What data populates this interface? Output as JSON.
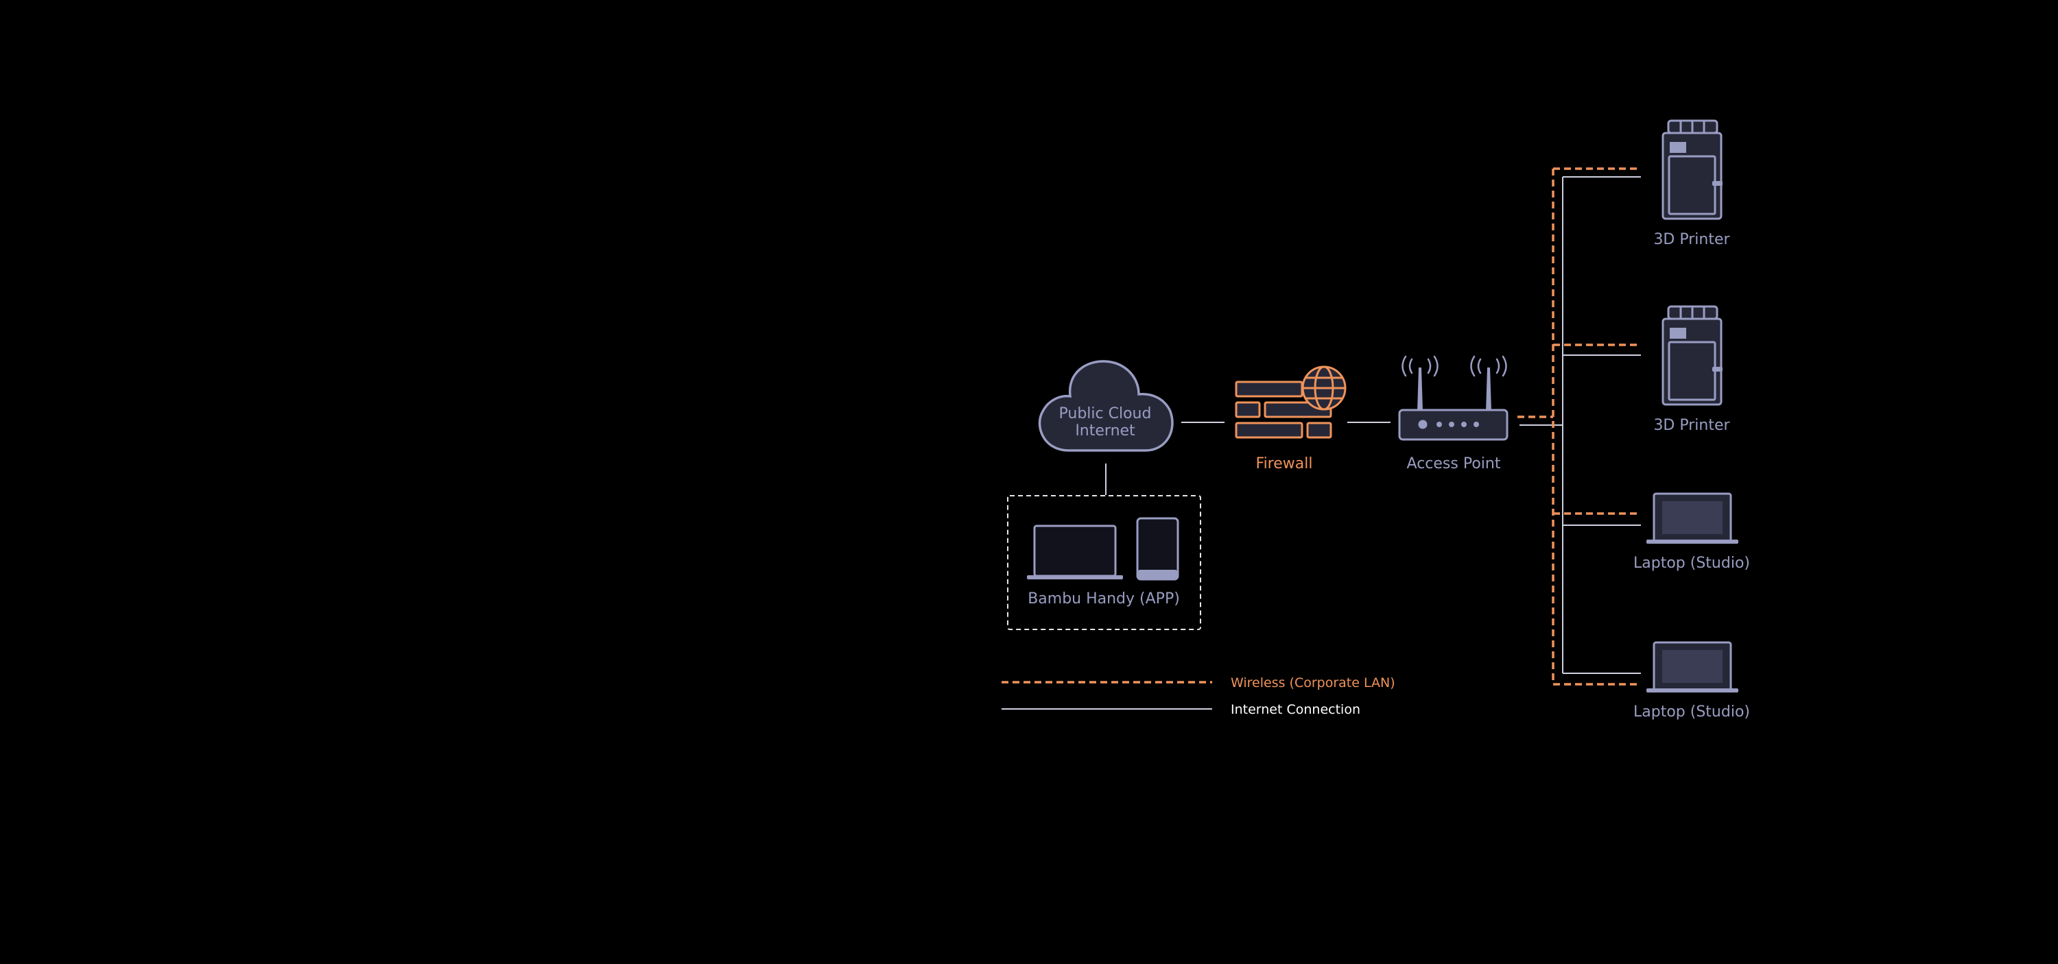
{
  "nodes": {
    "cloud": {
      "line1": "Public Cloud",
      "line2": "Internet"
    },
    "firewall": {
      "label": "Firewall"
    },
    "access_point": {
      "label": "Access Point"
    },
    "app_group": {
      "label": "Bambu Handy (APP)"
    },
    "devices": [
      {
        "label": "3D Printer",
        "icon": "3d-printer-icon"
      },
      {
        "label": "3D Printer",
        "icon": "3d-printer-icon"
      },
      {
        "label": "Laptop (Studio)",
        "icon": "laptop-icon"
      },
      {
        "label": "Laptop (Studio)",
        "icon": "laptop-icon"
      }
    ]
  },
  "legend": {
    "wireless": "Wireless (Corporate LAN)",
    "internet": "Internet Connection"
  },
  "colors": {
    "background": "#000000",
    "icon_stroke": "#9a9dc2",
    "icon_fill": "#262838",
    "screen_fill": "#11121c",
    "wireless": "#f0935a",
    "wired": "#ffffff"
  }
}
